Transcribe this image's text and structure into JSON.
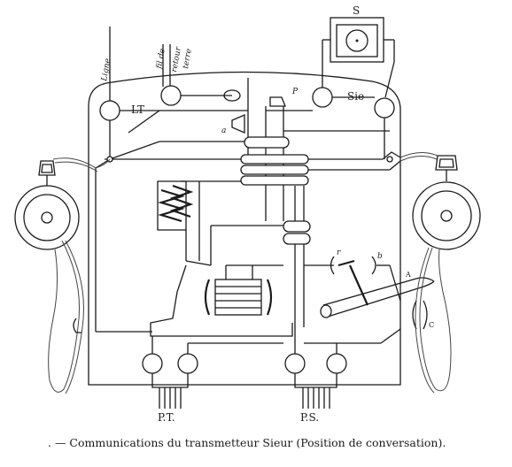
{
  "diagram": {
    "labels": {
      "ligne": "Ligne",
      "fil_de_retour": "fil de",
      "retour": "retour",
      "terre": "terre",
      "LT": "LT",
      "S": "S",
      "Sie": "Sie",
      "P": "P",
      "a": "a",
      "r": "r",
      "b": "b",
      "A": "A",
      "C": "C",
      "PT": "P.T.",
      "PS": "P.S."
    },
    "caption": ". — Communications du transmetteur Sieur (Position de conversation)."
  }
}
